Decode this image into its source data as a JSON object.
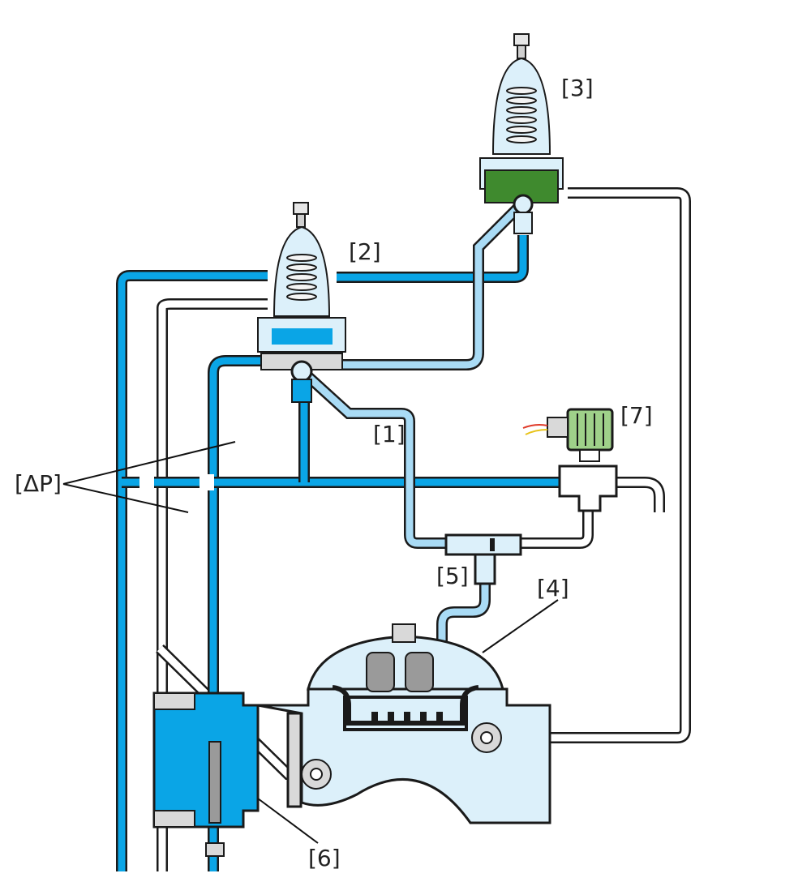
{
  "labels": {
    "pilot_line": "[1]",
    "pressure_pilot_2": "[2]",
    "pressure_pilot_3": "[3]",
    "main_valve": "[4]",
    "tee_fitting": "[5]",
    "orifice_plate": "[6]",
    "solenoid_valve": "[7]",
    "differential_pressure": "[ΔP]"
  },
  "colors": {
    "high_pressure": "#0aa5e6",
    "low_pressure": "#dcf0fa",
    "pilot_line": "#a9dbf5",
    "body_gray": "#d9d9d9",
    "outline": "#1a1a1a",
    "pilot_green": "#3f8a2e",
    "solenoid_green": "#9fd18a"
  }
}
